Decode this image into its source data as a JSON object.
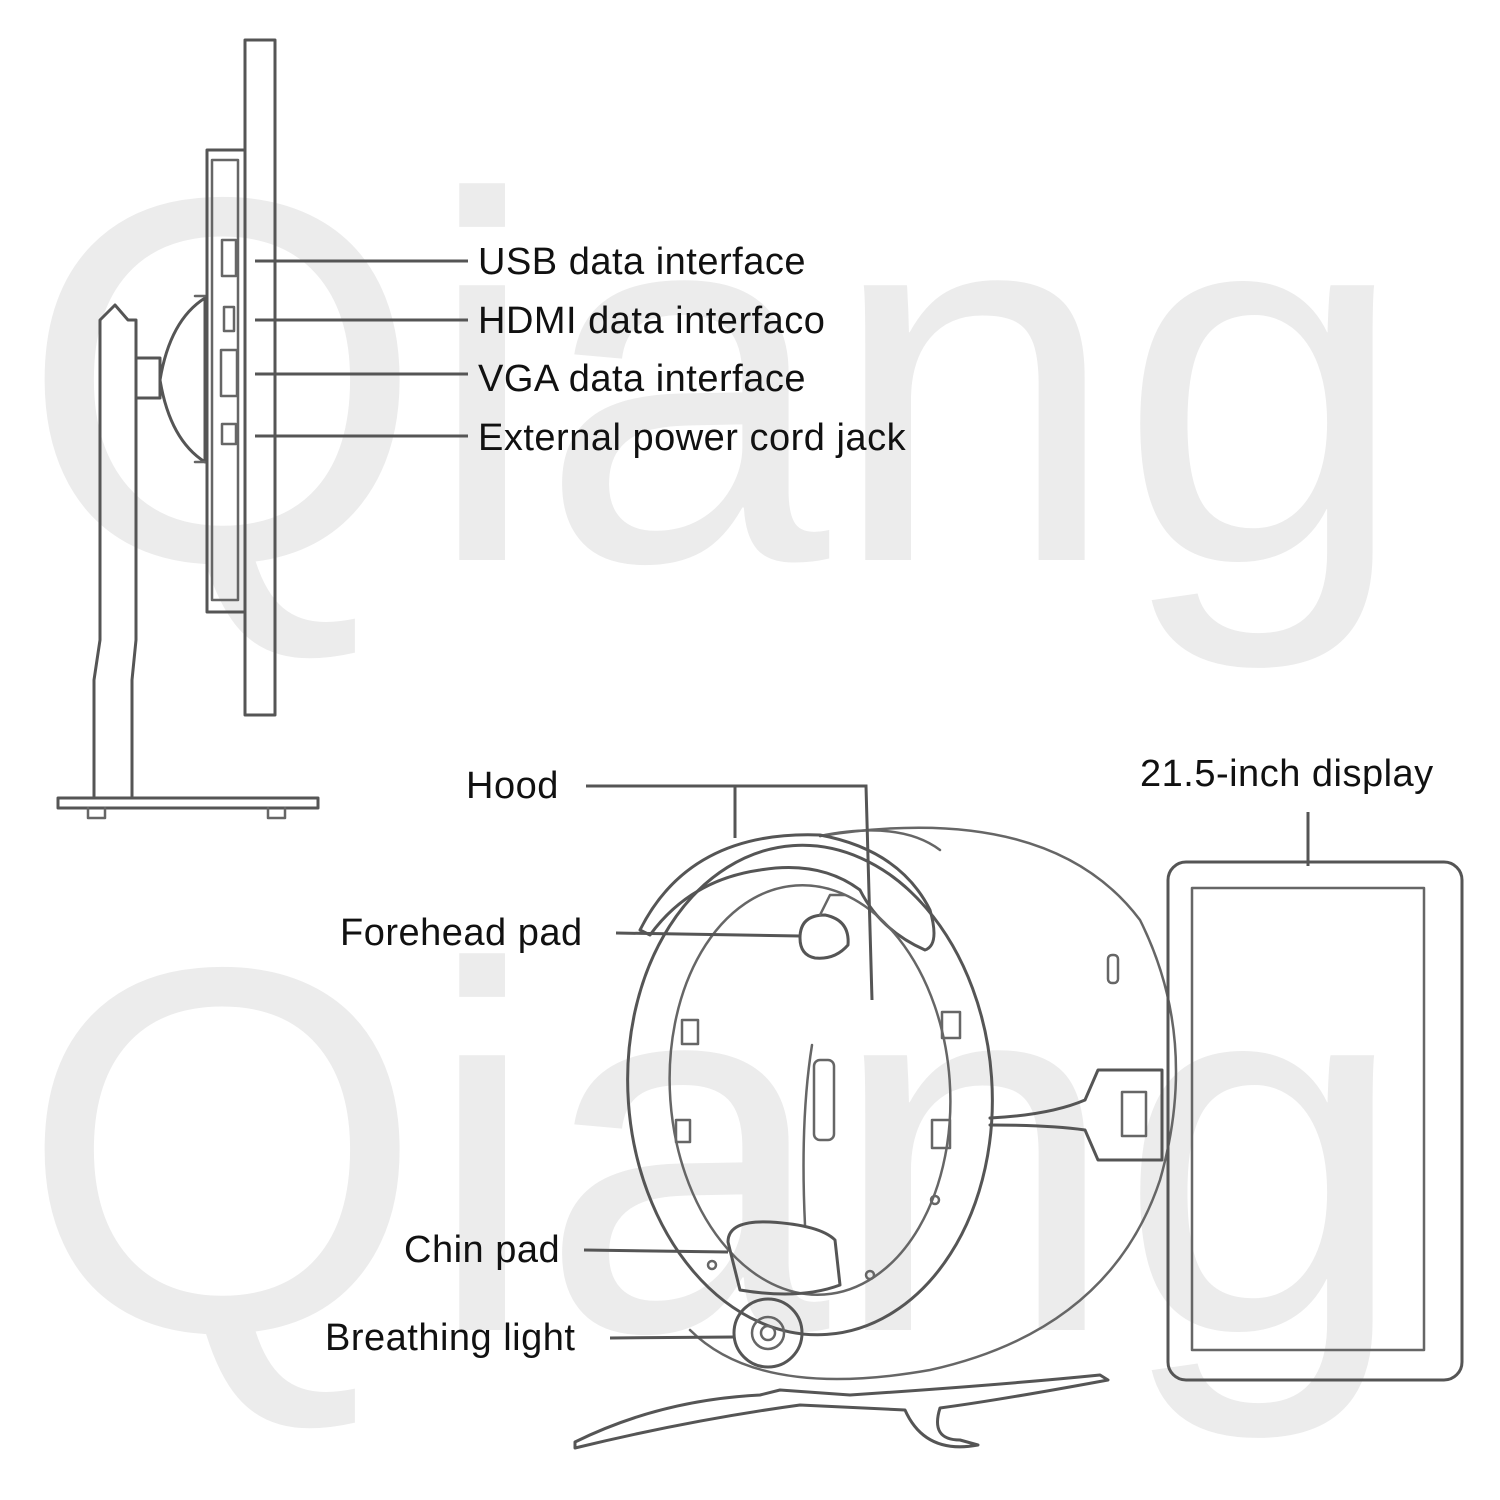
{
  "watermark": {
    "text_top": "Qiang",
    "text_bottom": "Qiang"
  },
  "monitor_side_view": {
    "callouts": [
      {
        "label": "USB data interface"
      },
      {
        "label": "HDMI data interfaco"
      },
      {
        "label": "VGA data interface"
      },
      {
        "label": "External power cord jack"
      }
    ]
  },
  "analyzer_view": {
    "callouts": [
      {
        "label": "Hood"
      },
      {
        "label": "Forehead pad"
      },
      {
        "label": "Chin pad"
      },
      {
        "label": "Breathing light"
      },
      {
        "label": "21.5-inch display"
      }
    ]
  },
  "colors": {
    "line": "#555555",
    "text": "#111111",
    "watermark": "#ececec",
    "background": "#ffffff"
  }
}
